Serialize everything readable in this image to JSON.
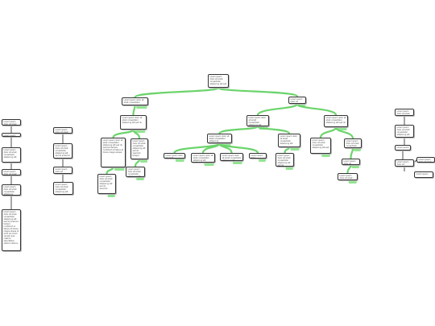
{
  "diagram": {
    "type": "mind-map",
    "link_color": "#6cd46c",
    "node_border_color": "#333333",
    "nodes": [
      {
        "id": "root",
        "text": "Lorem ipsum dolor sit amet consectetur adipiscing elit sed",
        "parent": null
      },
      {
        "id": "b1",
        "text": "Lorem ipsum dolor sit amet consectetur",
        "parent": "root"
      },
      {
        "id": "b2",
        "text": "Lorem ipsum dolor sit",
        "parent": "root"
      },
      {
        "id": "b1a",
        "text": "Lorem ipsum dolor sit amet consectetur adipiscing elit sed do",
        "parent": "b1"
      },
      {
        "id": "b1a1",
        "text": "Lorem ipsum dolor sit amet consectetur adipiscing elit sed do eiusmod tempor incididunt ut labore et dolore magna aliqua",
        "parent": "b1a"
      },
      {
        "id": "b1a2",
        "text": "Lorem ipsum dolor sit amet consectetur adipiscing elit sed do eiusmod tempor",
        "parent": "b1a"
      },
      {
        "id": "b1a1a",
        "text": "Lorem ipsum dolor sit amet consectetur adipiscing elit sed do eiusmod",
        "parent": "b1a1"
      },
      {
        "id": "b1a2a",
        "text": "Lorem ipsum dolor sit amet consectetur adipiscing elit sed",
        "parent": "b1a2"
      },
      {
        "id": "b2a",
        "text": "Lorem ipsum dolor sit amet consectetur adipiscing elit",
        "parent": "b2"
      },
      {
        "id": "b2b",
        "text": "Lorem ipsum dolor sit amet consectetur adipiscing elit sed do",
        "parent": "b2"
      },
      {
        "id": "b2a1",
        "text": "Lorem ipsum dolor sit amet consectetur adipiscing",
        "parent": "b2a"
      },
      {
        "id": "b2a2",
        "text": "Lorem ipsum dolor sit amet consectetur adipiscing elit",
        "parent": "b2a"
      },
      {
        "id": "b2a1a",
        "text": "Lorem ipsum dolor sit amet",
        "parent": "b2a1"
      },
      {
        "id": "b2a1b",
        "text": "Lorem ipsum dolor sit amet consectetur adipiscing elit",
        "parent": "b2a1"
      },
      {
        "id": "b2a1c",
        "text": "Lorem ipsum dolor sit amet consectetur adipiscing elit",
        "parent": "b2a1"
      },
      {
        "id": "b2a1d",
        "text": "Lorem ipsum dolor",
        "parent": "b2a1"
      },
      {
        "id": "b2a2a",
        "text": "Lorem ipsum dolor sit amet consectetur adipiscing elit sed do",
        "parent": "b2a2"
      },
      {
        "id": "b2b1",
        "text": "Lorem ipsum dolor sit amet consectetur adipiscing elit sed",
        "parent": "b2b"
      },
      {
        "id": "b2b2",
        "text": "Lorem ipsum dolor sit amet consectetur",
        "parent": "b2b"
      },
      {
        "id": "b2b2a",
        "text": "Lorem ipsum dolor sit",
        "parent": "b2b2"
      },
      {
        "id": "b2b2a1",
        "text": "Lorem ipsum dolor sit amet consectetur",
        "parent": "b2b2a"
      },
      {
        "id": "L1",
        "text": "Lorem ipsum dolor sit amet",
        "parent": null
      },
      {
        "id": "L2",
        "text": "Lorem ipsum dolor",
        "parent": null
      },
      {
        "id": "L3",
        "text": "Lorem ipsum dolor sit amet consectetur adipiscing elit",
        "parent": null
      },
      {
        "id": "L4",
        "text": "Lorem ipsum dolor sit amet",
        "parent": null
      },
      {
        "id": "L5",
        "text": "Lorem ipsum dolor sit amet consectetur adipiscing",
        "parent": null
      },
      {
        "id": "L6",
        "text": "Lorem ipsum dolor sit amet consectetur adipiscing elit sed do eiusmod tempor incididunt ut labore et dolore magna aliqua ut enim ad minim veniam quis nostrud exercitation ullamco laboris",
        "parent": null
      },
      {
        "id": "M1",
        "text": "Lorem ipsum dolor sit amet consectetur",
        "parent": null
      },
      {
        "id": "M2",
        "text": "Lorem ipsum dolor sit amet consectetur adipiscing elit sed do eiusmod",
        "parent": null
      },
      {
        "id": "M3",
        "text": "Lorem ipsum dolor sit",
        "parent": null
      },
      {
        "id": "M4",
        "text": "Lorem ipsum dolor sit amet consectetur adipiscing elit",
        "parent": null
      },
      {
        "id": "R1",
        "text": "Lorem ipsum dolor sit amet",
        "parent": null
      },
      {
        "id": "R2",
        "text": "Lorem ipsum dolor sit amet consectetur adipiscing elit",
        "parent": null
      },
      {
        "id": "R3",
        "text": "Lorem ipsum",
        "parent": null
      },
      {
        "id": "R4",
        "text": "Lorem ipsum dolor sit",
        "parent": null
      },
      {
        "id": "R5",
        "text": "Lorem ipsum dolor sit amet",
        "parent": null
      },
      {
        "id": "R6",
        "text": "Lorem ipsum",
        "parent": null
      }
    ],
    "chains": [
      [
        "L1",
        "L2",
        "L3",
        "L4",
        "L5",
        "L6"
      ],
      [
        "M1",
        "M2",
        "M3",
        "M4"
      ],
      [
        "R1",
        "R2",
        "R3",
        "R4",
        "R6"
      ]
    ],
    "side_links": [
      [
        "R4",
        "R5"
      ]
    ]
  }
}
